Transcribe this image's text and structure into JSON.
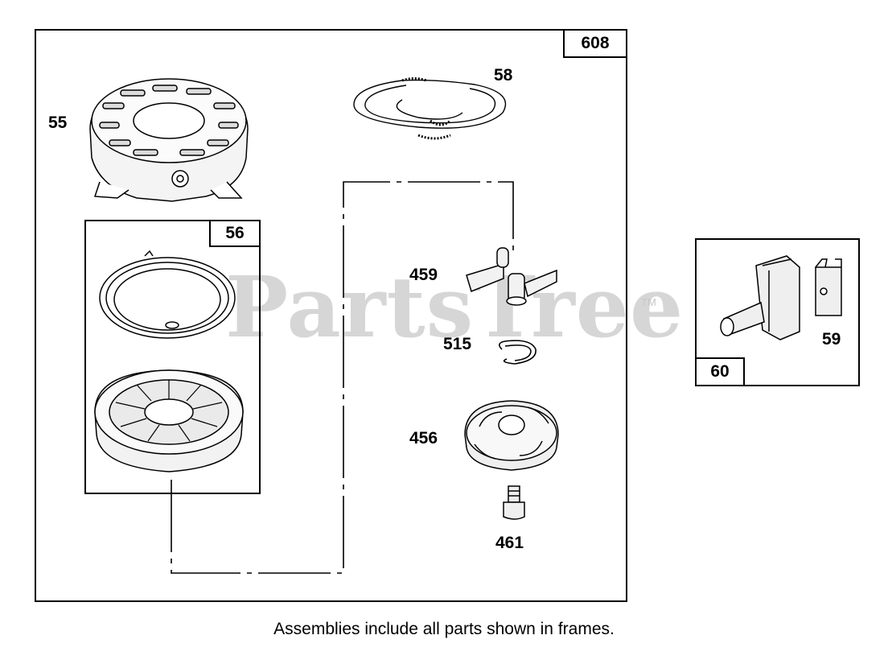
{
  "watermark": {
    "text": "PartsTree",
    "tm": "TM"
  },
  "frames": {
    "main": {
      "tag": "608"
    },
    "sub": {
      "tag": "56"
    },
    "side": {
      "tag": "60"
    }
  },
  "parts": {
    "p55": "55",
    "p58": "58",
    "p459": "459",
    "p515": "515",
    "p456": "456",
    "p461": "461",
    "p59": "59"
  },
  "caption": "Assemblies include all parts shown in frames."
}
